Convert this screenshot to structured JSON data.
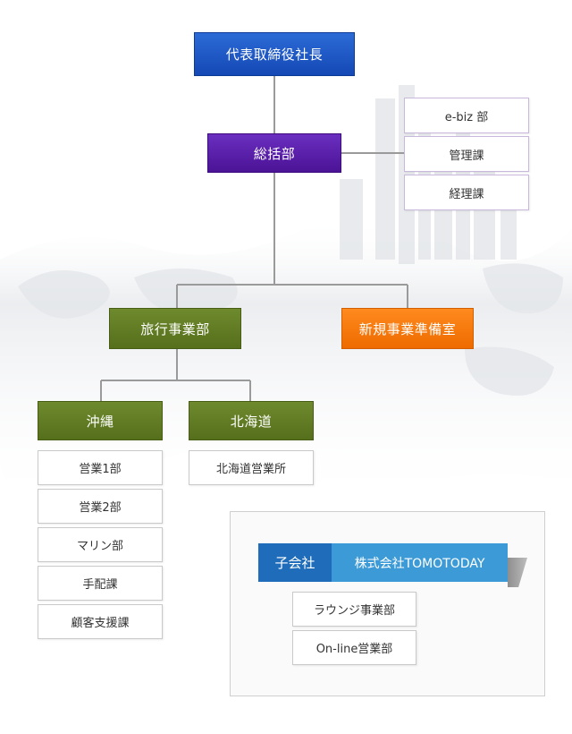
{
  "colors": {
    "ceo": "#1f56c8",
    "general_affairs": "#5a1fab",
    "travel": "#617d24",
    "new_business": "#f57a0f",
    "subsidiary_label": "#1f6cba",
    "subsidiary_name": "#3c9ad6"
  },
  "ceo": {
    "label": "代表取締役社長"
  },
  "general_affairs": {
    "label": "総括部",
    "subunits": [
      "e-biz 部",
      "管理課",
      "経理課"
    ]
  },
  "travel": {
    "label": "旅行事業部"
  },
  "new_business": {
    "label": "新規事業準備室"
  },
  "okinawa": {
    "label": "沖縄",
    "subunits": [
      "営業1部",
      "営業2部",
      "マリン部",
      "手配課",
      "顧客支援課"
    ]
  },
  "hokkaido": {
    "label": "北海道",
    "subunits": [
      "北海道営業所"
    ]
  },
  "subsidiary": {
    "label": "子会社",
    "name": "株式会社TOMOTODAY",
    "subunits": [
      "ラウンジ事業部",
      "On-line営業部"
    ]
  }
}
